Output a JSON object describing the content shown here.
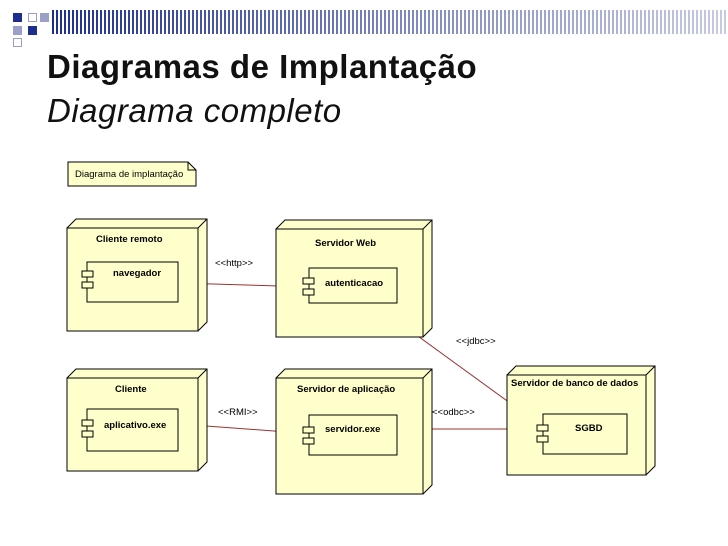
{
  "slide": {
    "title": "Diagramas de Implantação",
    "subtitle": "Diagrama completo"
  },
  "diagram": {
    "note": "Diagrama de implantação",
    "nodes": {
      "cliente_remoto": {
        "label": "Cliente remoto",
        "component": "navegador"
      },
      "servidor_web": {
        "label": "Servidor Web",
        "component": "autenticacao"
      },
      "cliente": {
        "label": "Cliente",
        "component": "aplicativo.exe"
      },
      "servidor_aplicacao": {
        "label": "Servidor de aplicação",
        "component": "servidor.exe"
      },
      "servidor_bd": {
        "label": "Servidor de banco de dados",
        "component": "SGBD"
      }
    },
    "connections": {
      "http": "<<http>>",
      "jdbc": "<<jdbc>>",
      "rmi": "<<RMI>>",
      "odbc": "<<odbc>>"
    }
  },
  "colors": {
    "node_fill": "#ffffcc",
    "line_red": "#993333",
    "accent_blue": "#1d2e8f"
  }
}
